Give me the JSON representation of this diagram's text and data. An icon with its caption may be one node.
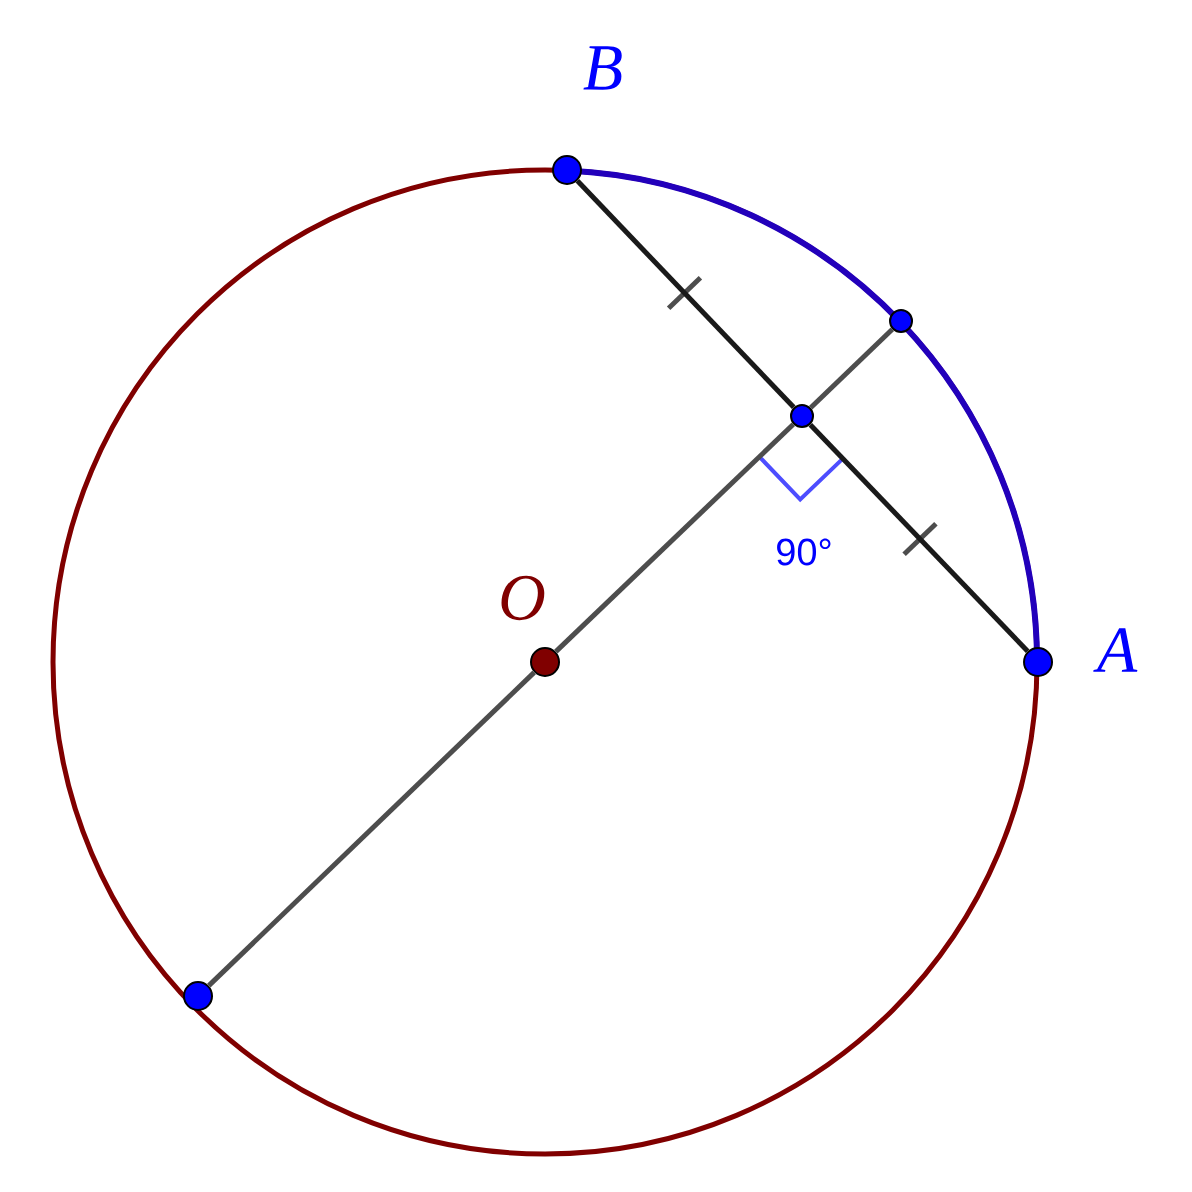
{
  "diagram": {
    "nodes": [
      {
        "text": [],
        "shape": "circle",
        "beside": [
          "B"
        ]
      },
      {
        "text": [],
        "shape": "circle"
      },
      {
        "text": [],
        "shape": "circle"
      },
      {
        "text": [],
        "shape": "circle",
        "beside": [
          "O"
        ]
      },
      {
        "text": [],
        "shape": "circle",
        "beside": [
          "A"
        ]
      },
      {
        "text": [],
        "shape": "circle"
      }
    ],
    "edges": [
      {
        "from": 0,
        "to": 2,
        "arrow": "none",
        "color": "#1a1a1a"
      },
      {
        "from": 2,
        "to": 4,
        "arrow": "none",
        "color": "#1a1a1a"
      },
      {
        "from": 5,
        "to": 3,
        "arrow": "none"
      },
      {
        "from": 3,
        "to": 2,
        "arrow": "none"
      },
      {
        "from": 2,
        "to": 1,
        "arrow": "none"
      }
    ],
    "labels": [
      "90°"
    ]
  }
}
